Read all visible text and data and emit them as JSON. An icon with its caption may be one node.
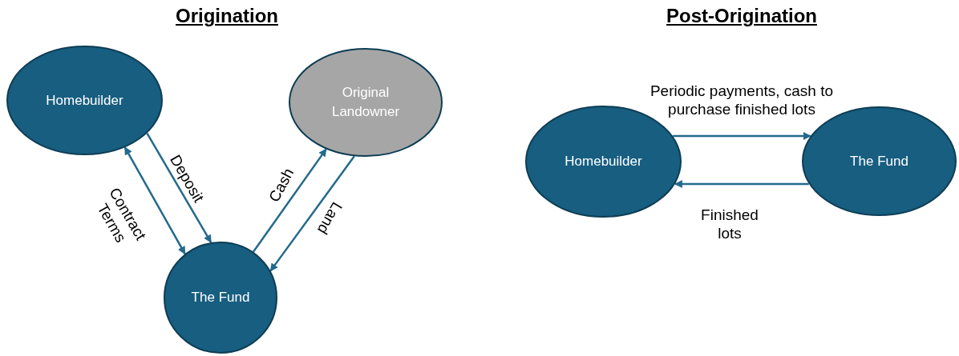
{
  "diagram": {
    "nodes": [
      {
        "text": [
          "Homebuilder"
        ]
      },
      {
        "text": [
          "Original Landowner"
        ]
      },
      {
        "text": [
          "The Fund"
        ]
      },
      {
        "text": [
          "Homebuilder"
        ]
      },
      {
        "text": [
          "The Fund"
        ]
      }
    ],
    "edges": [
      {
        "from": 0,
        "to": 2,
        "arrow": "to",
        "label": "Deposit"
      },
      {
        "from": 0,
        "to": 2,
        "arrow": "both",
        "label": "Contract Terms"
      },
      {
        "from": 2,
        "to": 1,
        "arrow": "to",
        "label": "Cash"
      },
      {
        "from": 1,
        "to": 2,
        "arrow": "to",
        "label": "Land"
      },
      {
        "from": 3,
        "to": 4,
        "arrow": "to",
        "label": "Periodic payments, cash to purchase finished lots"
      },
      {
        "from": 4,
        "to": 3,
        "arrow": "to",
        "label": "Finished lots"
      }
    ],
    "labels": [
      "Origination",
      "Post-Origination"
    ]
  }
}
